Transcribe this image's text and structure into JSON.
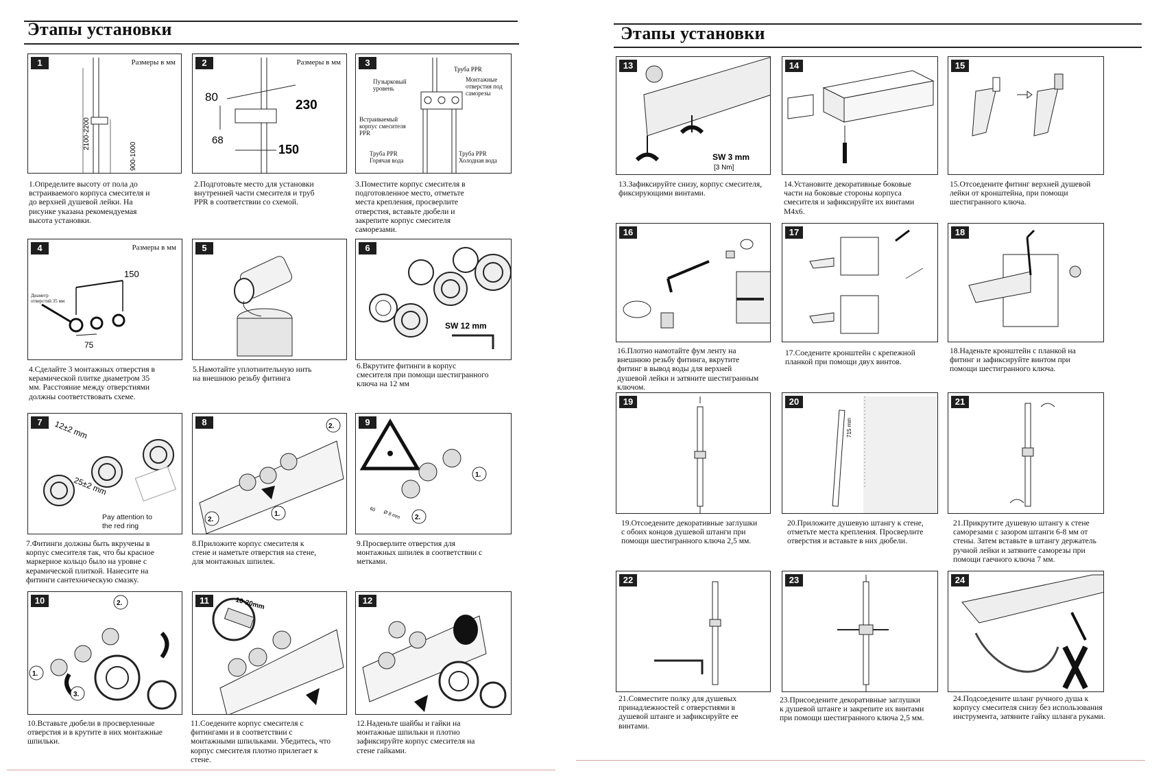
{
  "left_page": {
    "title": "Этапы установки",
    "steps": [
      {
        "num": "1",
        "note": "Размеры в мм",
        "labels": [
          "2100-2200",
          "900-1000"
        ],
        "caption": "1.Определите высоту от пола до\nвстраиваемого корпуса смесителя и\nдо верхней душевой лейки. На\nрисунке указана рекомендуемая\nвысота установки."
      },
      {
        "num": "2",
        "note": "Размеры в мм",
        "labels": [
          "80",
          "230",
          "68",
          "150"
        ],
        "caption": "2.Подготовьте место для установки\nвнутренней части смесителя и труб\nPPR в соответствии со схемой."
      },
      {
        "num": "3",
        "labels": [
          "Труба PPR",
          "Пузырковый\nуровень",
          "Монтажные\nотверстия под\nсаморезы",
          "Встраиваемый\nкорпус смесителя\nPPR",
          "Труба PPR\nГорячая вода",
          "Труба PPR\nХолодная вода"
        ],
        "caption": "3.Поместите корпус смесителя в\nподготовленное место, отметьте\nместа крепления, просверлите\nотверстия, вставьте дюбели и\nзакрепите корпус смесителя\nсаморезами."
      },
      {
        "num": "4",
        "note": "Размеры в мм",
        "labels": [
          "150",
          "Диаметр\nотверстий 35 мм",
          "75"
        ],
        "caption": "4.Сделайте 3 монтажных отверстия в\nкерамической плитке диаметром 35\nмм. Расстояние между отверстиями\nдолжны соответствовать схеме."
      },
      {
        "num": "5",
        "caption": "5.Намотайте уплотнительную нить\nна внешнюю резьбу фитинга"
      },
      {
        "num": "6",
        "labels": [
          "SW 12 mm"
        ],
        "caption": "6.Вкрутите фитинги в корпус\nсмесителя при помощи шестигранного\nключа на 12 мм"
      },
      {
        "num": "7",
        "labels": [
          "12±2 mm",
          "25±2 mm",
          "Pay attention to\nthe red ring"
        ],
        "caption": "7.Фитинги должны быть вкручены в\nкорпус смесителя так, что бы красное\nмаркерное кольцо было на уровне с\nкерамической плиткой. Нанесите на\nфитинги сантехническую смазку."
      },
      {
        "num": "8",
        "labels": [
          "2.",
          "1.",
          "2."
        ],
        "caption": "8.Приложите корпус смесителя к\nстене и наметьте отверстия на стене,\nдля монтажных шпилек."
      },
      {
        "num": "9",
        "labels": [
          "1.",
          "2.",
          "60",
          "Ø 8 mm"
        ],
        "caption": "9.Просверлите отверстия для\nмонтажных шпилек в соответствии с\nметками."
      },
      {
        "num": "10",
        "labels": [
          "2.",
          "1.",
          "3."
        ],
        "caption": "10.Вставьте дюбели в просверленные\nотверстия и в крутите в них монтажные\nшпильки."
      },
      {
        "num": "11",
        "labels": [
          "10-20mm"
        ],
        "caption": "11.Соедените корпус смесителя с\nфитингами и в соответствии с\nмонтажными шпильками. Убедитесь, что\nкорпус смесителя плотно прилегает к\nстене."
      },
      {
        "num": "12",
        "caption": "12.Наденьте шайбы и гайки на\nмонтажные шпильки и плотно\nзафиксируйте корпус смесителя на\nстене гайками."
      }
    ]
  },
  "right_page": {
    "title": "Этапы установки",
    "steps": [
      {
        "num": "13",
        "labels": [
          "SW 3 mm",
          "[3 Nm]"
        ],
        "caption": "13.Зафиксируйте снизу, корпус смесителя,\nфиксирующими винтами."
      },
      {
        "num": "14",
        "caption": "14.Установите декоративные боковые\nчасти на боковые стороны корпуса\nсмесителя и зафиксируйте их винтами\nМ4х6."
      },
      {
        "num": "15",
        "caption": "15.Отсоедените фитинг верхней душевой\nлейки от кронштейна, при помощи\nшестигранного ключа."
      },
      {
        "num": "16",
        "caption": "16.Плотно намотайте фум ленту на\nвнешнюю резьбу фитинга, вкрутите\nфитинг в вывод воды для верхней\nдушевой лейки и затяните шестигранным\nключом."
      },
      {
        "num": "17",
        "caption": "17.Соедените кронштейн с крепежной\nпланкой при помощи двух винтов."
      },
      {
        "num": "18",
        "caption": "18.Наденьте кронштейн с планкой на\nфитинг и зафиксируйте винтом при\nпомощи шестигранного ключа."
      },
      {
        "num": "19",
        "caption": "19.Отсоедените декоративные заглушки\nс обоих концов душевой штанги при\nпомощи шестигранного ключа 2,5 мм."
      },
      {
        "num": "20",
        "labels": [
          "715 mm"
        ],
        "caption": "20.Приложите душевую штангу к стене,\nотметьте места крепления. Просверлите\nотверстия и вставьте в них дюбели."
      },
      {
        "num": "21",
        "caption": "21.Прикрутите душевую штангу к стене\nсаморезами с зазором штанги 6-8 мм от\nстены. Затем вставьте в штангу держатель\nручной лейки и затяните саморезы при\nпомощи гаечного ключа 7 мм."
      },
      {
        "num": "22",
        "caption": "21.Совместите полку для душевых\nпринадлежностей с отверстиями в\nдушевой штанге и зафиксируйте ее\nвинтами."
      },
      {
        "num": "23",
        "caption": "23.Присоедените декоративные заглушки\nк душевой штанге и закрепите их винтами\nпри помощи шестигранного ключа 2,5 мм."
      },
      {
        "num": "24",
        "caption": "24.Подсоедените шланг ручного душа к\nкорпусу смесителя снизу без использования\nинструмента, затяните гайку шланга руками."
      }
    ]
  }
}
